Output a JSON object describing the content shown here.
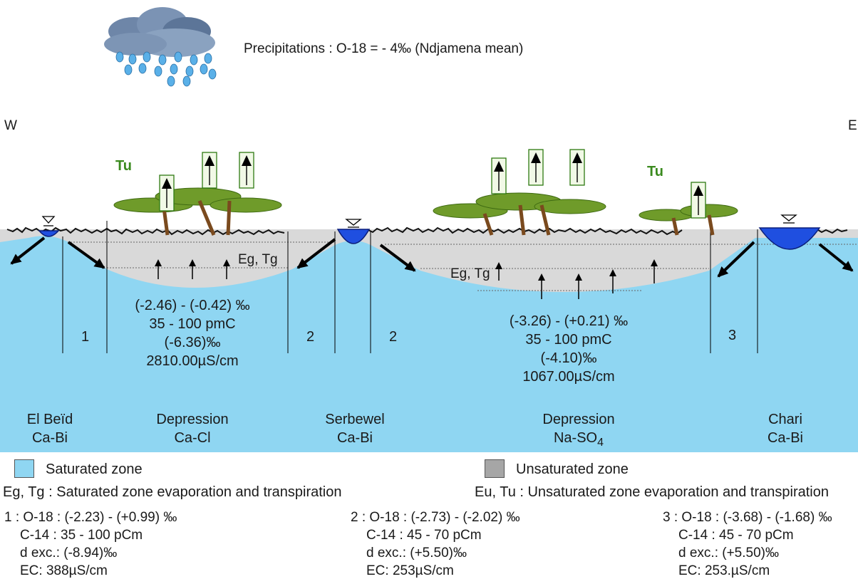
{
  "header": {
    "precip_label": "Precipitations : O-18 = - 4‰ (Ndjamena mean)"
  },
  "orientation": {
    "west": "W",
    "east": "E"
  },
  "flux_labels": {
    "tu_left": "Tu",
    "tu_right": "Tu",
    "eg_tg_left": "Eg, Tg",
    "eg_tg_right": "Eg, Tg"
  },
  "depression_left": {
    "o18": "(-2.46) - (-0.42) ‰",
    "c14": "35 - 100 pmC",
    "dexc": "(-6.36)‰",
    "ec": "2810.00µS/cm"
  },
  "depression_right": {
    "o18": "(-3.26) - (+0.21) ‰",
    "c14": "35 - 100 pmC",
    "dexc": "(-4.10)‰",
    "ec": "1067.00µS/cm"
  },
  "zone_numbers": [
    "1",
    "2",
    "2",
    "3"
  ],
  "sites": [
    {
      "name": "El Beïd",
      "facies": "Ca-Bi"
    },
    {
      "name": "Depression",
      "facies": "Ca-Cl"
    },
    {
      "name": "Serbewel",
      "facies": "Ca-Bi"
    },
    {
      "name": "Depression",
      "facies": "Na-SO",
      "facies_sub": "4"
    },
    {
      "name": "Chari",
      "facies": "Ca-Bi"
    }
  ],
  "legend": {
    "saturated": "Saturated zone",
    "unsaturated": "Unsaturated zone",
    "eg_tg_def": "Eg, Tg : Saturated zone evaporation and transpiration",
    "eu_tu_def": "Eu, Tu : Unsaturated zone evaporation and transpiration",
    "saturated_color": "#8fd6f2",
    "unsaturated_color": "#a6a6a6"
  },
  "zones_detail": [
    {
      "o18": "1 : O-18 : (-2.23) - (+0.99) ‰",
      "c14": "C-14 : 35 - 100 pCm",
      "dexc": "d exc.: (-8.94)‰",
      "ec": "EC: 388µS/cm"
    },
    {
      "o18": "2 : O-18 : (-2.73) - (-2.02) ‰",
      "c14": "C-14 : 45 - 70 pCm",
      "dexc": "d exc.: (+5.50)‰",
      "ec": "EC: 253µS/cm"
    },
    {
      "o18": "3 : O-18 : (-3.68) - (-1.68) ‰",
      "c14": "C-14 : 45 - 70 pCm",
      "dexc": "d exc.: (+5.50)‰",
      "ec": "EC: 253.µS/cm"
    }
  ],
  "icons": {
    "rain_cloud": "rain-cloud-icon",
    "water_table": "water-table-icon",
    "tree": "acacia-tree-icon",
    "flux_arrow": "upward-flux-arrow-icon",
    "flow_arrow": "flow-arrow-icon"
  }
}
